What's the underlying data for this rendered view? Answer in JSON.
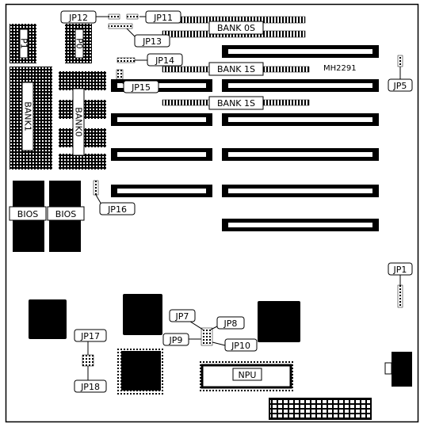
{
  "board": {
    "model": "MH2291",
    "bank_labels": {
      "bank0s": "BANK 0S",
      "bank1s_upper": "BANK 1S",
      "bank1s_lower": "BANK 1S"
    },
    "simm_bank_labels": {
      "bank1": "BANK1",
      "bank0": "BANK0"
    },
    "socket_labels": {
      "p1": "P1",
      "p0": "P0"
    },
    "bios_labels": [
      "BIOS",
      "BIOS"
    ],
    "npu_label": "NPU",
    "jumpers": {
      "jp1": "JP1",
      "jp5": "JP5",
      "jp7": "JP7",
      "jp8": "JP8",
      "jp9": "JP9",
      "jp10": "JP10",
      "jp11": "JP11",
      "jp12": "JP12",
      "jp13": "JP13",
      "jp14": "JP14",
      "jp15": "JP15",
      "jp16": "JP16",
      "jp17": "JP17",
      "jp18": "JP18"
    }
  },
  "colors": {
    "ink": "#000000",
    "paper": "#ffffff"
  }
}
